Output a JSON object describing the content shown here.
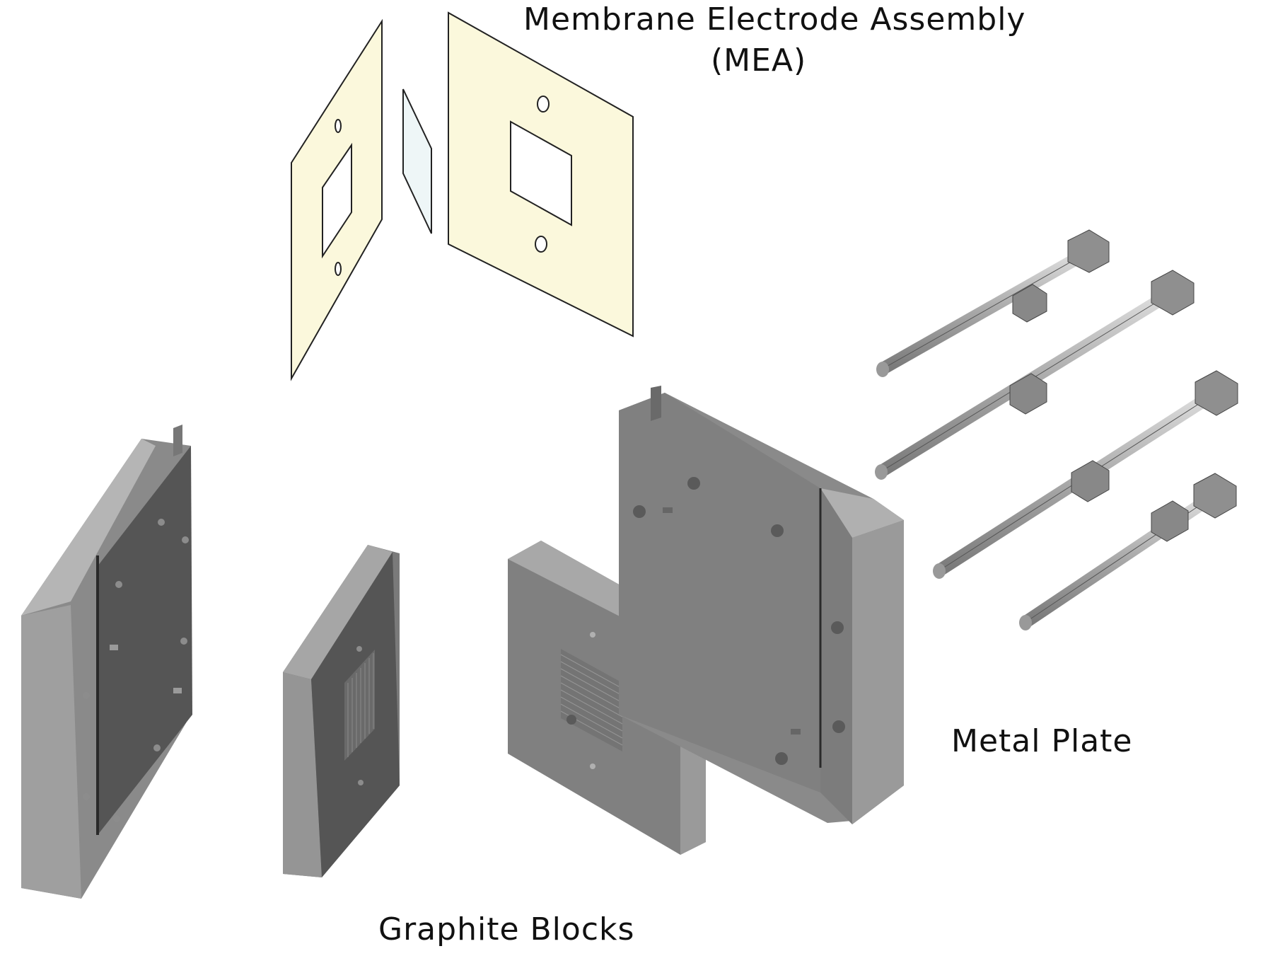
{
  "labels": {
    "mea_line1": "Membrane Electrode Assembly",
    "mea_line2": "(MEA)",
    "metal_plate": "Metal Plate",
    "graphite_blocks": "Graphite Blocks"
  },
  "colors": {
    "gasket": "#fbf8dc",
    "membrane": "#eef6f7",
    "plate_light": "#9a9a9a",
    "plate_face": "#808080",
    "plate_dark": "#555555",
    "outline": "#222222"
  }
}
